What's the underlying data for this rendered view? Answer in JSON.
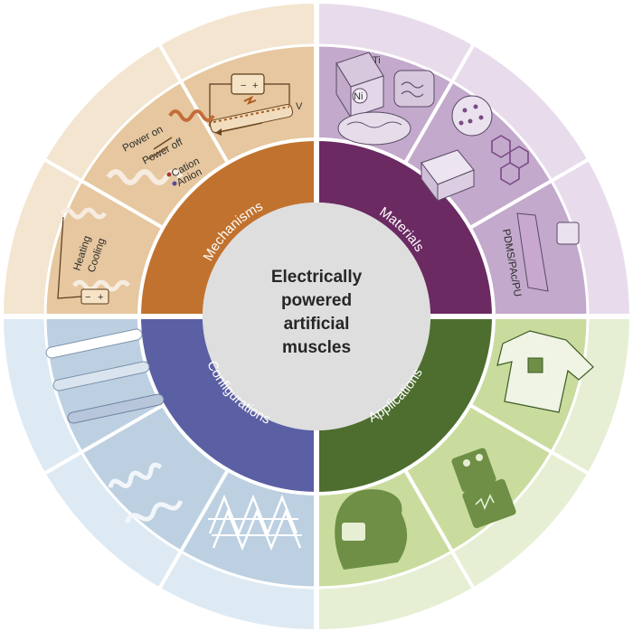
{
  "center": {
    "lines": [
      "Electrically",
      "powered",
      "artificial",
      "muscles"
    ]
  },
  "quadrants": {
    "mechanisms": {
      "label": "Mechanisms",
      "color": "#c1722e",
      "panel_color": "#e6c79f",
      "outer_color": "#f3e5cf",
      "text": {
        "power_on": "Power on",
        "power_off": "Power off",
        "cation": "Cation",
        "anion": "Anion",
        "heating": "Heating",
        "cooling": "Cooling",
        "minus": "−",
        "plus": "+",
        "v": "V"
      }
    },
    "materials": {
      "label": "Materials",
      "color": "#6b2a62",
      "panel_color": "#c3a9cc",
      "outer_color": "#e8dcec",
      "text": {
        "ti": "Ti",
        "ni": "Ni",
        "polymer": "PDMS/PAc/PU"
      }
    },
    "configurations": {
      "label": "Configurations",
      "color": "#5b5fa3",
      "panel_color": "#bcd0e1",
      "outer_color": "#deeaf3"
    },
    "applications": {
      "label": "Applications",
      "color": "#4d6e2f",
      "panel_color": "#c9dc9e",
      "outer_color": "#e6efd3"
    }
  },
  "colors": {
    "hub": "#dedede",
    "separator": "#ffffff"
  }
}
